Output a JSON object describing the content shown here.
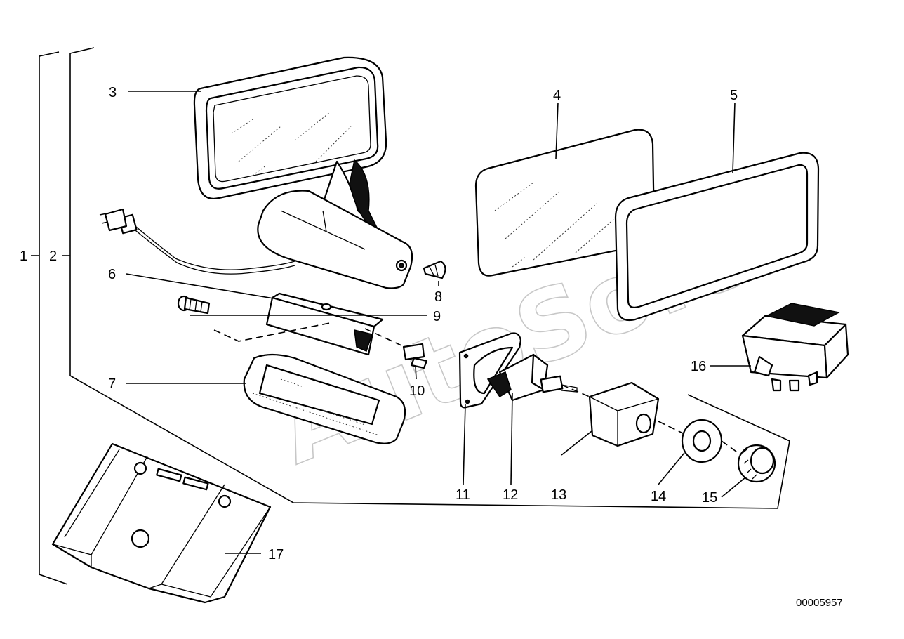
{
  "document_number": "00005957",
  "watermark": "AutoSoft",
  "callouts": [
    {
      "id": "1",
      "label": "1"
    },
    {
      "id": "2",
      "label": "2"
    },
    {
      "id": "3",
      "label": "3"
    },
    {
      "id": "4",
      "label": "4"
    },
    {
      "id": "5",
      "label": "5"
    },
    {
      "id": "6",
      "label": "6"
    },
    {
      "id": "7",
      "label": "7"
    },
    {
      "id": "8",
      "label": "8"
    },
    {
      "id": "9",
      "label": "9"
    },
    {
      "id": "10",
      "label": "10"
    },
    {
      "id": "11",
      "label": "11"
    },
    {
      "id": "12",
      "label": "12"
    },
    {
      "id": "13",
      "label": "13"
    },
    {
      "id": "14",
      "label": "14"
    },
    {
      "id": "15",
      "label": "15"
    },
    {
      "id": "16",
      "label": "16"
    },
    {
      "id": "17",
      "label": "17"
    }
  ]
}
